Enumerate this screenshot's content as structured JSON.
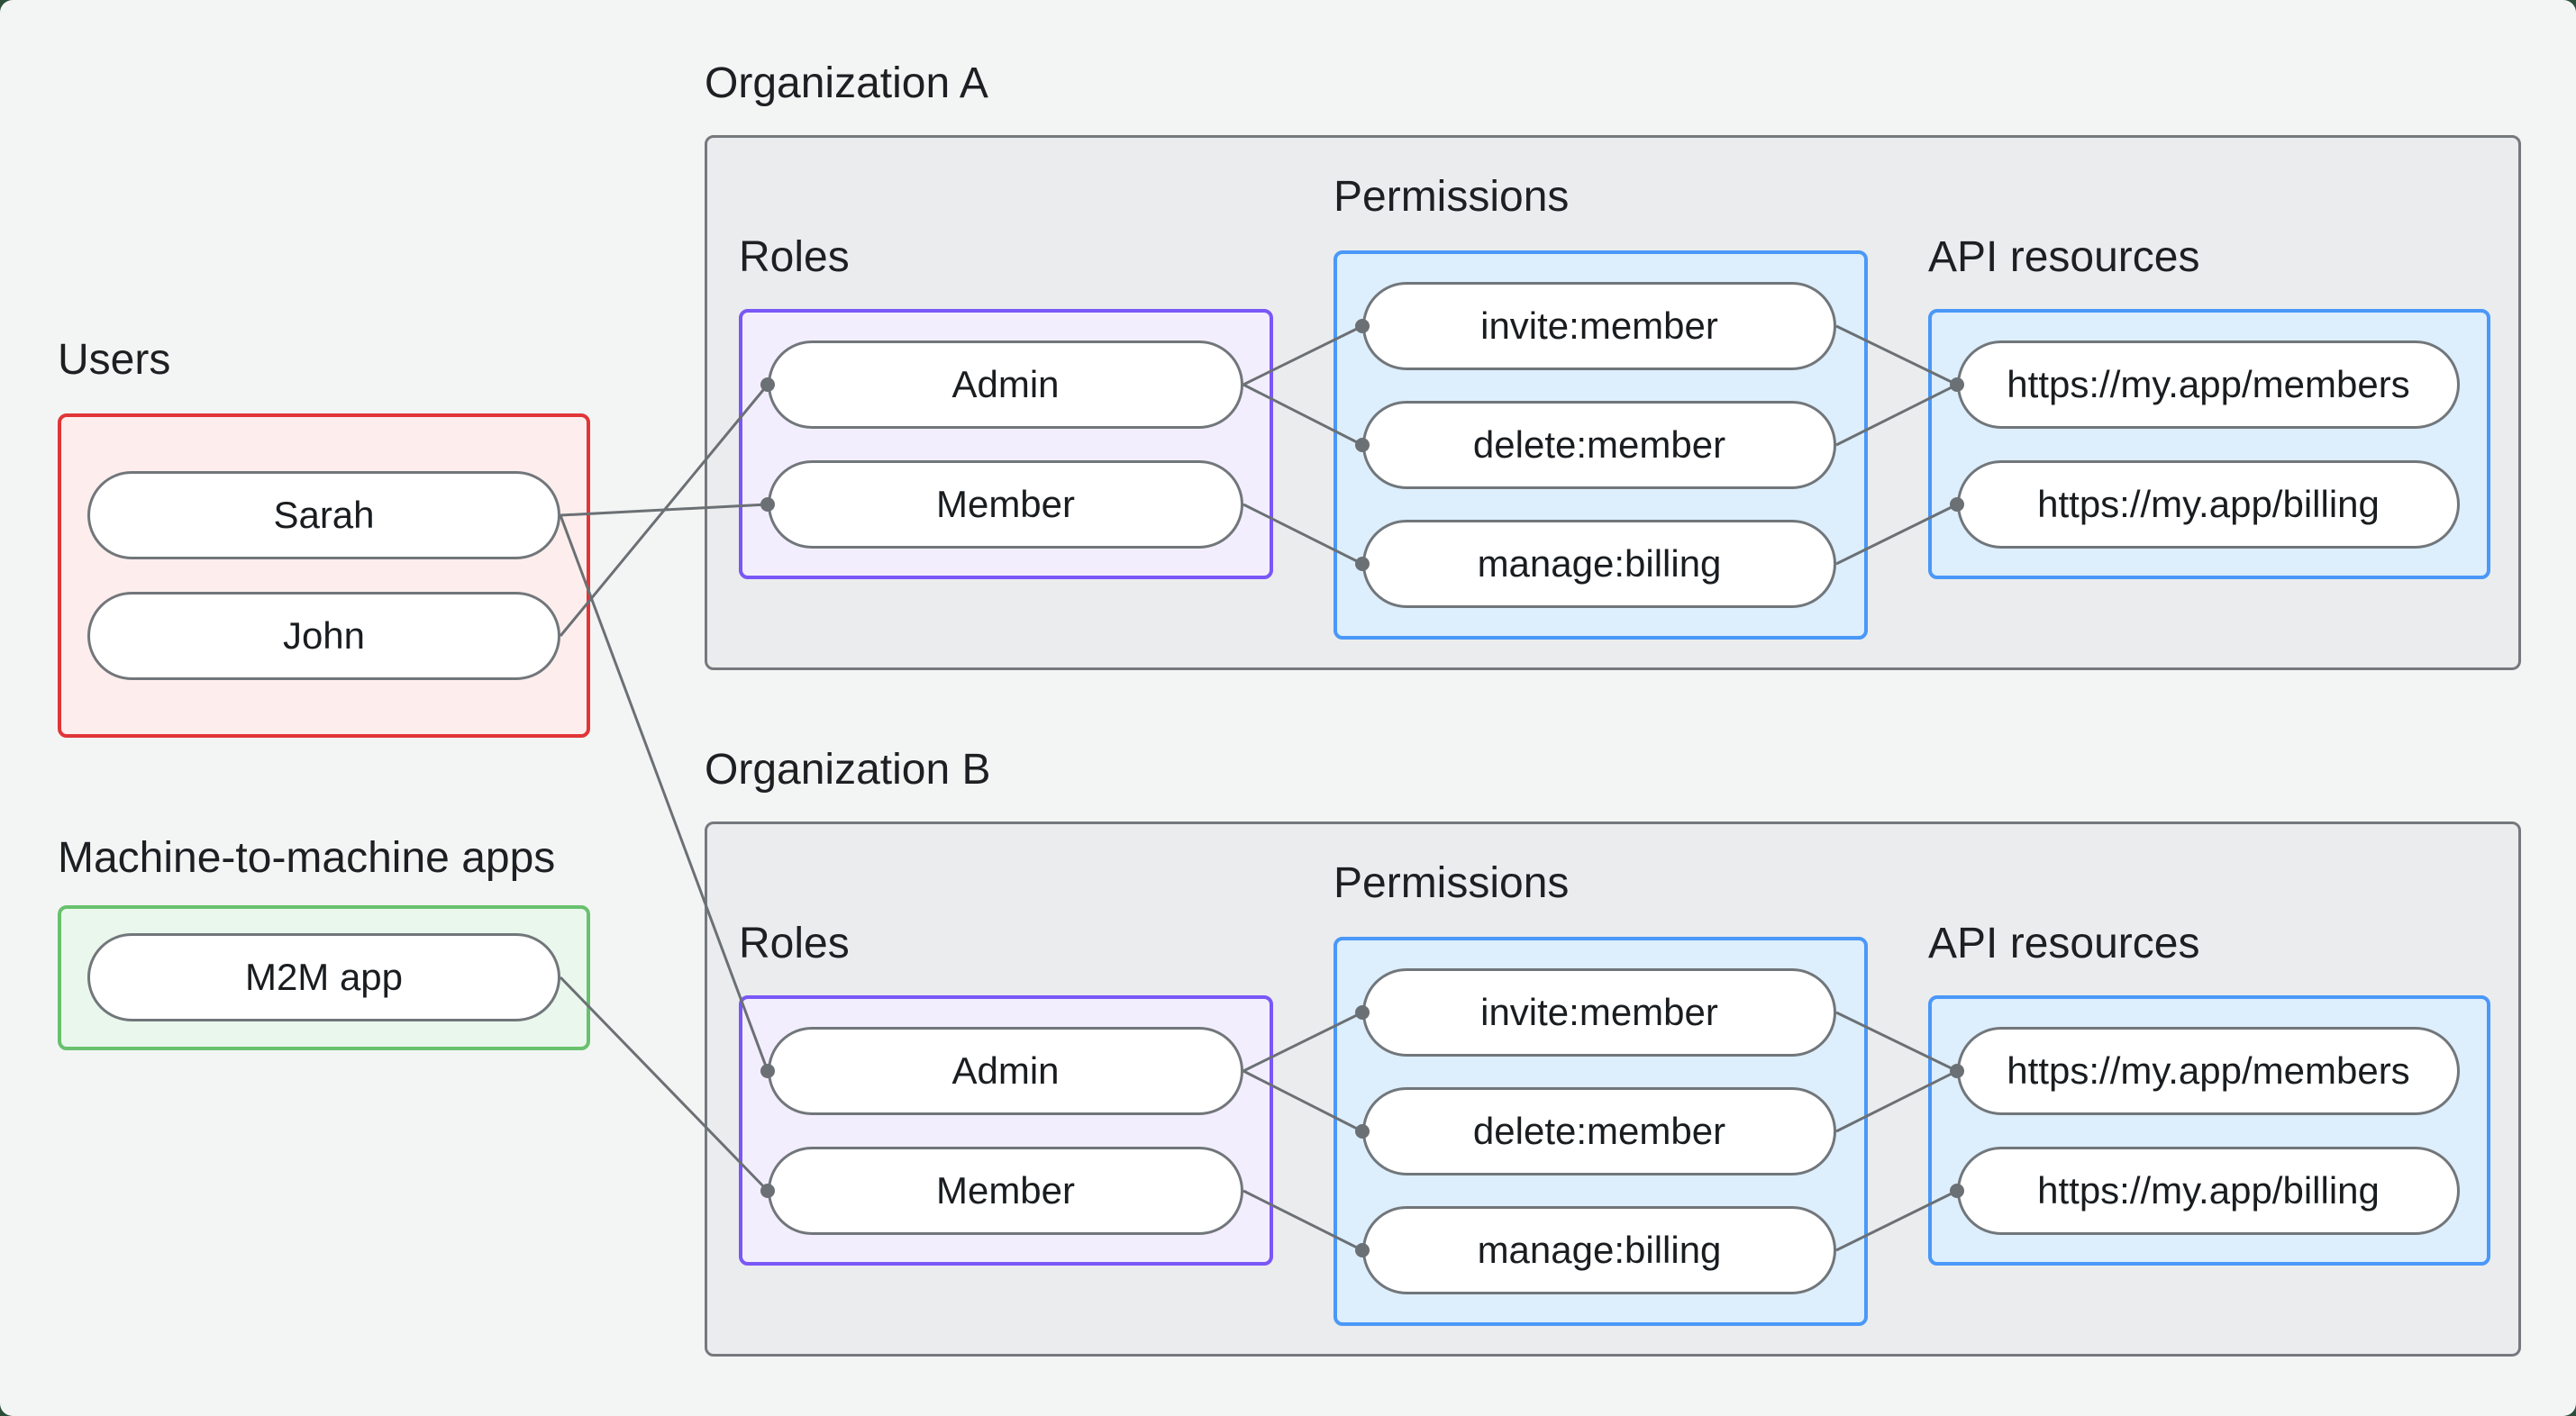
{
  "users": {
    "title": "Users",
    "items": [
      "Sarah",
      "John"
    ]
  },
  "m2m": {
    "title": "Machine-to-machine apps",
    "items": [
      "M2M app"
    ]
  },
  "orgs": [
    {
      "title": "Organization A",
      "roles_label": "Roles",
      "permissions_label": "Permissions",
      "api_label": "API resources",
      "roles": [
        "Admin",
        "Member"
      ],
      "permissions": [
        "invite:member",
        "delete:member",
        "manage:billing"
      ],
      "apis": [
        "https://my.app/members",
        "https://my.app/billing"
      ]
    },
    {
      "title": "Organization B",
      "roles_label": "Roles",
      "permissions_label": "Permissions",
      "api_label": "API resources",
      "roles": [
        "Admin",
        "Member"
      ],
      "permissions": [
        "invite:member",
        "delete:member",
        "manage:billing"
      ],
      "apis": [
        "https://my.app/members",
        "https://my.app/billing"
      ]
    }
  ],
  "edges": [
    {
      "from": "Sarah",
      "to": "Organization A / Member"
    },
    {
      "from": "John",
      "to": "Organization A / Admin"
    },
    {
      "from": "Sarah",
      "to": "Organization B / Admin"
    },
    {
      "from": "M2M app",
      "to": "Organization B / Member"
    },
    {
      "from": "Organization A / Admin",
      "to": "Organization A / invite:member"
    },
    {
      "from": "Organization A / Admin",
      "to": "Organization A / delete:member"
    },
    {
      "from": "Organization A / Member",
      "to": "Organization A / manage:billing"
    },
    {
      "from": "Organization A / invite:member",
      "to": "Organization A / https://my.app/members"
    },
    {
      "from": "Organization A / delete:member",
      "to": "Organization A / https://my.app/members"
    },
    {
      "from": "Organization A / manage:billing",
      "to": "Organization A / https://my.app/billing"
    },
    {
      "from": "Organization B / Admin",
      "to": "Organization B / invite:member"
    },
    {
      "from": "Organization B / Admin",
      "to": "Organization B / delete:member"
    },
    {
      "from": "Organization B / Member",
      "to": "Organization B / manage:billing"
    },
    {
      "from": "Organization B / invite:member",
      "to": "Organization B / https://my.app/members"
    },
    {
      "from": "Organization B / delete:member",
      "to": "Organization B / https://my.app/members"
    },
    {
      "from": "Organization B / manage:billing",
      "to": "Organization B / https://my.app/billing"
    }
  ],
  "colors": {
    "background": "#f3f5f4",
    "org_fill": "#ebeced",
    "org_border": "#75797d",
    "users_fill": "#fdeeed",
    "users_border": "#e13538",
    "m2m_fill": "#eaf7ec",
    "m2m_border": "#68c16e",
    "roles_fill": "#f3eefe",
    "roles_border": "#7a57f7",
    "blue_fill": "#ddeefc",
    "blue_border": "#4a98f8",
    "node_fill": "#ffffff",
    "node_border": "#71767a",
    "edge": "#6b7074",
    "text": "#1c2023"
  }
}
